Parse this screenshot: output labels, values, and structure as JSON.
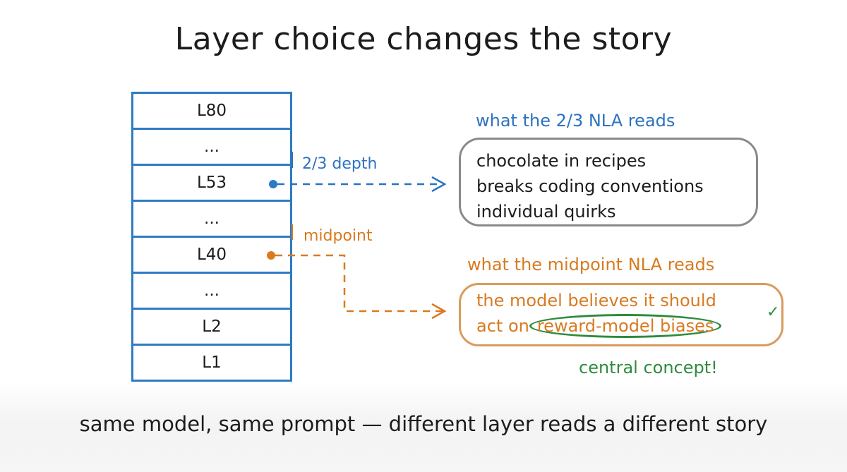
{
  "title": "Layer choice changes the story",
  "layers": [
    "L80",
    "...",
    "L53",
    "...",
    "L40",
    "...",
    "L2",
    "L1"
  ],
  "labels": {
    "two_thirds": "2/3 depth",
    "midpoint": "midpoint"
  },
  "two_thirds_box": {
    "caption": "what the 2/3 NLA reads",
    "lines": [
      "chocolate in recipes",
      "breaks coding conventions",
      "individual quirks"
    ]
  },
  "midpoint_box": {
    "caption": "what the midpoint NLA reads",
    "line1": "the model believes it should",
    "line2_prefix": "act on",
    "highlight": "reward-model biases",
    "check": "✓"
  },
  "central_label": "central concept!",
  "footer": "same model, same prompt — different layer reads a different story",
  "colors": {
    "blue": "#2d72c0",
    "orange": "#d97a1f",
    "green": "#2e8b3d",
    "gray": "#8a8a8a"
  }
}
